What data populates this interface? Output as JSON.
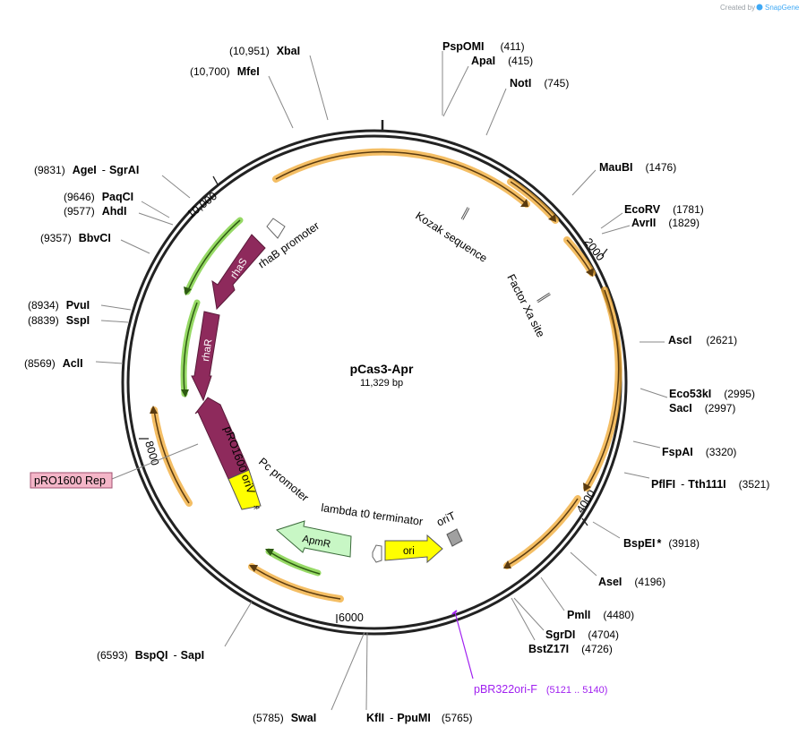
{
  "credit": {
    "prefix": "Created by",
    "brand": "SnapGene"
  },
  "plasmid": {
    "name": "pCas3-Apr",
    "length_label": "11,329 bp",
    "length": 11329
  },
  "ticks": [
    {
      "pos": 2000,
      "label": "2000"
    },
    {
      "pos": 4000,
      "label": "4000"
    },
    {
      "pos": 6000,
      "label": "6000"
    },
    {
      "pos": 8000,
      "label": "8000"
    },
    {
      "pos": 10000,
      "label": "10,000"
    }
  ],
  "sites": [
    {
      "name": "XbaI",
      "pos_label": "(10,951)"
    },
    {
      "name": "MfeI",
      "pos_label": "(10,700)"
    },
    {
      "name": "PspOMI",
      "pos_label": "(411)"
    },
    {
      "name": "ApaI",
      "pos_label": "(415)"
    },
    {
      "name": "NotI",
      "pos_label": "(745)"
    },
    {
      "name": "MauBI",
      "pos_label": "(1476)"
    },
    {
      "name": "EcoRV",
      "pos_label": "(1781)"
    },
    {
      "name": "AvrII",
      "pos_label": "(1829)"
    },
    {
      "name": "AscI",
      "pos_label": "(2621)"
    },
    {
      "name": "Eco53kI",
      "pos_label": "(2995)"
    },
    {
      "name": "SacI",
      "pos_label": "(2997)"
    },
    {
      "name": "FspAI",
      "pos_label": "(3320)"
    },
    {
      "name": "PflFI",
      "name2": "Tth111I",
      "pos_label": "(3521)"
    },
    {
      "name": "BspEI",
      "star": "*",
      "pos_label": "(3918)"
    },
    {
      "name": "AseI",
      "pos_label": "(4196)"
    },
    {
      "name": "PmlI",
      "pos_label": "(4480)"
    },
    {
      "name": "SgrDI",
      "pos_label": "(4704)"
    },
    {
      "name": "BstZ17I",
      "pos_label": "(4726)"
    },
    {
      "name": "BspQI",
      "name2": "SapI",
      "pos_label": "(6593)"
    },
    {
      "name": "SwaI",
      "pos_label": "(5785)"
    },
    {
      "name": "KflI",
      "name2": "PpuMI",
      "pos_label": "(5765)"
    },
    {
      "name": "AgeI",
      "name2": "SgrAI",
      "pos_label": "(9831)"
    },
    {
      "name": "PaqCI",
      "pos_label": "(9646)"
    },
    {
      "name": "AhdI",
      "pos_label": "(9577)"
    },
    {
      "name": "BbvCI",
      "pos_label": "(9357)"
    },
    {
      "name": "PvuI",
      "pos_label": "(8934)"
    },
    {
      "name": "SspI",
      "pos_label": "(8839)"
    },
    {
      "name": "AclI",
      "pos_label": "(8569)"
    }
  ],
  "primer": {
    "name": "pBR322ori-F",
    "range_label": "(5121 .. 5140)",
    "color": "#a020f0"
  },
  "features": {
    "rhaS": "rhaS",
    "rhaR": "rhaR",
    "rhaB_promoter": "rhaB promoter",
    "kozak": "Kozak sequence",
    "factor_xa": "Factor Xa site",
    "pro1600_oriv": "pRO1600 oriV",
    "pc_promoter": "Pc promoter",
    "lambda_t0": "lambda t0 terminator",
    "orit": "oriT",
    "ori": "ori",
    "apmr": "ApmR",
    "pro1600_rep": "pRO1600 Rep"
  },
  "colors": {
    "backbone": "#222222",
    "orf_orange": "#f0a830",
    "orf_green": "#7ccf3f",
    "rha": "#8e2a5c",
    "ori": "#ffff00",
    "apmr": "#c8f7c5",
    "orit": "#a0a0a0",
    "rep_label_bg": "#f4b6c8"
  }
}
